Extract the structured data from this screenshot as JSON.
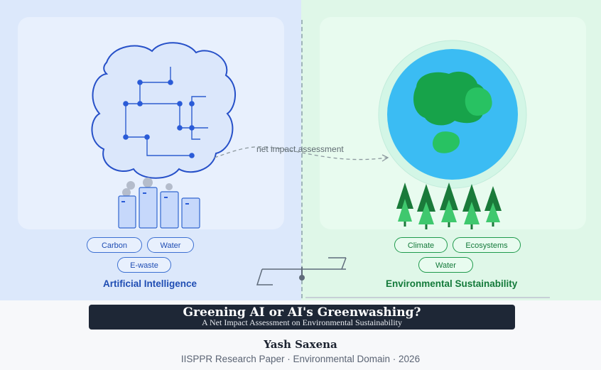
{
  "left": {
    "caption": "Artificial Intelligence",
    "tags": [
      "Carbon",
      "Water",
      "E-waste"
    ],
    "accent": "#1f4db3"
  },
  "right": {
    "caption": "Environmental Sustainability",
    "tags": [
      "Climate",
      "Ecosystems",
      "Water"
    ],
    "accent": "#137a3a"
  },
  "connector": {
    "label": "net impact assessment"
  },
  "banner": {
    "title": "Greening AI or AI's Greenwashing?",
    "subtitle": "A Net Impact Assessment on Environmental Sustainability"
  },
  "author": "Yash Saxena",
  "meta": "IISPPR Research Paper · Environmental Domain · 2026",
  "icons": [
    "cloud-circuit-icon",
    "server-rack-icon",
    "earth-globe-icon",
    "pine-tree-icon",
    "balance-scale-icon"
  ],
  "colors": {
    "ai_blue": "#1f4db3",
    "env_green": "#137a3a",
    "ocean": "#3bbcf3",
    "land": "#16a34a",
    "banner_bg": "#1e2736"
  }
}
